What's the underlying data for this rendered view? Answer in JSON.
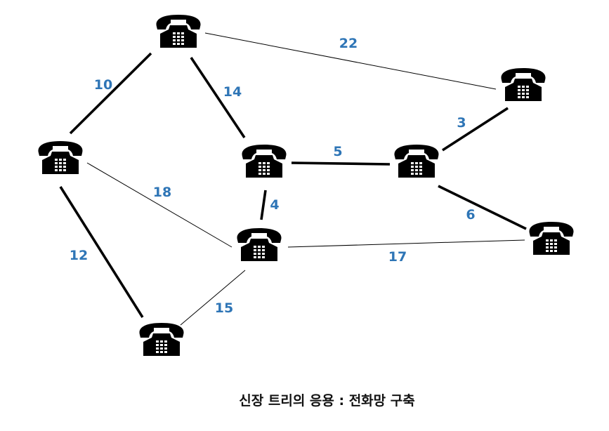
{
  "colors": {
    "edge": "#000000",
    "weight_label": "#2E75B6",
    "phone": "#000000",
    "caption": "#111111"
  },
  "nodes": [
    {
      "id": "n1",
      "icon": "telephone-icon"
    },
    {
      "id": "n2",
      "icon": "telephone-icon"
    },
    {
      "id": "n3",
      "icon": "telephone-icon"
    },
    {
      "id": "n4",
      "icon": "telephone-icon"
    },
    {
      "id": "n5",
      "icon": "telephone-icon"
    },
    {
      "id": "n6",
      "icon": "telephone-icon"
    },
    {
      "id": "n7",
      "icon": "telephone-icon"
    },
    {
      "id": "n8",
      "icon": "telephone-icon"
    }
  ],
  "edges": [
    {
      "from": "n1",
      "to": "n2",
      "weight": "10",
      "in_tree": true
    },
    {
      "from": "n1",
      "to": "n3",
      "weight": "14",
      "in_tree": true
    },
    {
      "from": "n1",
      "to": "n6",
      "weight": "22",
      "in_tree": false
    },
    {
      "from": "n2",
      "to": "n5",
      "weight": "18",
      "in_tree": false
    },
    {
      "from": "n2",
      "to": "n8",
      "weight": "12",
      "in_tree": true
    },
    {
      "from": "n3",
      "to": "n4",
      "weight": "5",
      "in_tree": true
    },
    {
      "from": "n3",
      "to": "n5",
      "weight": "4",
      "in_tree": true
    },
    {
      "from": "n4",
      "to": "n6",
      "weight": "3",
      "in_tree": true
    },
    {
      "from": "n4",
      "to": "n7",
      "weight": "6",
      "in_tree": true
    },
    {
      "from": "n5",
      "to": "n7",
      "weight": "17",
      "in_tree": false
    },
    {
      "from": "n5",
      "to": "n8",
      "weight": "15",
      "in_tree": false
    }
  ],
  "caption": "신장 트리의 응용 : 전화망 구축"
}
